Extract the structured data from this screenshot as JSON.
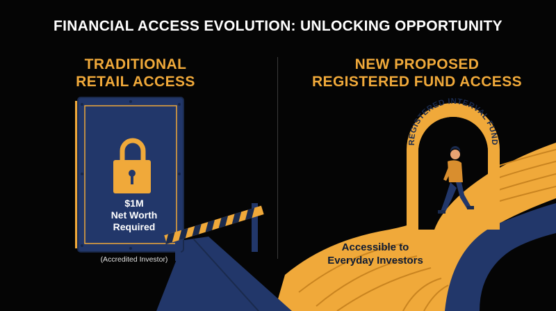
{
  "title": "FINANCIAL ACCESS EVOLUTION: UNLOCKING OPPORTUNITY",
  "left": {
    "heading_line1": "TRADITIONAL",
    "heading_line2": "RETAIL ACCESS",
    "vault_line1": "$1M",
    "vault_line2": "Net Worth",
    "vault_line3": "Required",
    "note": "(Accredited Investor)"
  },
  "right": {
    "heading_line1": "NEW PROPOSED",
    "heading_line2": "REGISTERED FUND ACCESS",
    "arch_label": "REGISTERED INTERVAL FUND",
    "access_line1": "Accessible to",
    "access_line2": "Everyday Investors"
  },
  "colors": {
    "gold": "#f0a93a",
    "navy": "#22376a",
    "dark_navy": "#1a2a4d",
    "background": "#050505"
  },
  "icons": [
    "padlock-icon",
    "vault-icon",
    "barrier-gate-icon",
    "walking-person-icon",
    "arch-gateway-icon"
  ]
}
